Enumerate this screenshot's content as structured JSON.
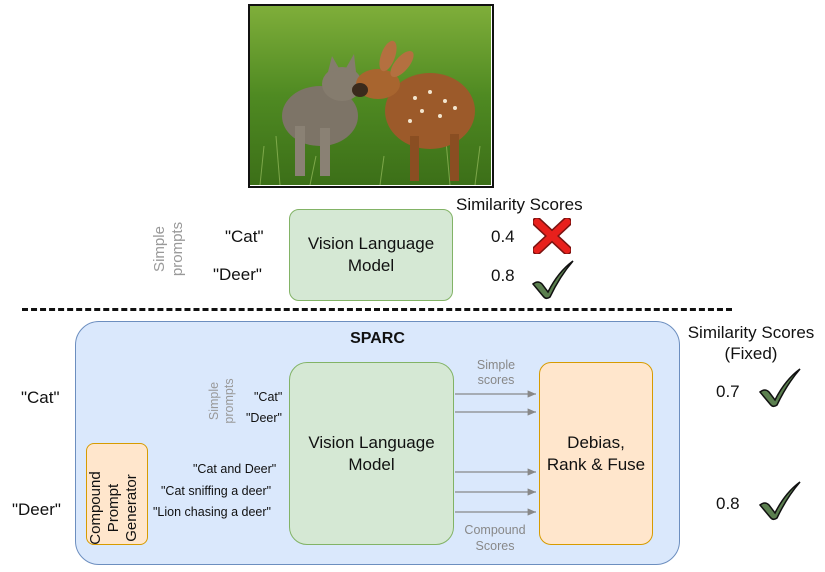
{
  "top": {
    "side_label": "Simple prompts",
    "prompts": [
      "\"Cat\"",
      "\"Deer\""
    ],
    "model": "Vision Language Model",
    "scores_header": "Similarity Scores",
    "scores": [
      "0.4",
      "0.8"
    ],
    "score_marks": [
      "cross",
      "check"
    ]
  },
  "sparc": {
    "title": "SPARC",
    "inputs": [
      "\"Cat\"",
      "\"Deer\""
    ],
    "generator": "Compound Prompt Generator",
    "simple_side_label": "Simple prompts",
    "simple_prompts": [
      "\"Cat\"",
      "\"Deer\""
    ],
    "compound_prompts": [
      "\"Cat and Deer\"",
      "\"Cat sniffing a deer\"",
      "\"Lion chasing a deer\""
    ],
    "model": "Vision Language Model",
    "simple_scores_label": "Simple scores",
    "compound_scores_label": "Compound Scores",
    "fuse": "Debias, Rank & Fuse",
    "scores_header": "Similarity Scores (Fixed)",
    "scores": [
      "0.7",
      "0.8"
    ],
    "score_marks": [
      "check",
      "check"
    ]
  },
  "colors": {
    "green_fill": "#d5e8d4",
    "green_border": "#82b366",
    "blue_fill": "#dae8fc",
    "blue_border": "#6c8ebf",
    "orange_fill": "#ffe6cc",
    "orange_border": "#d79b00",
    "check": "#5b7f4f",
    "cross": "#e8201c"
  }
}
